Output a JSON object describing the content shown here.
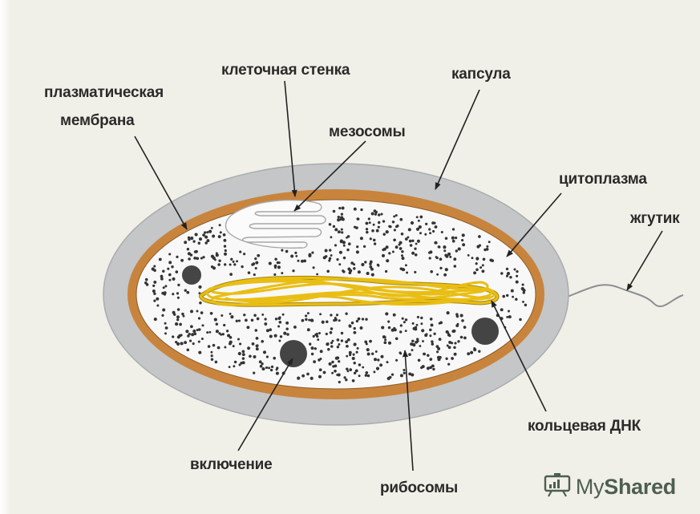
{
  "labels": {
    "cell_wall": "клеточная стенка",
    "capsule": "капсула",
    "plasma_membrane_line1": "плазматическая",
    "plasma_membrane_line2": "мембрана",
    "mesosomes": "мезосомы",
    "cytoplasm": "цитоплазма",
    "flagellum": "жгутик",
    "circular_dna": "кольцевая ДНК",
    "inclusion": "включение",
    "ribosomes": "рибосомы"
  },
  "watermark": {
    "text_regular": "My",
    "text_bold": "Shared",
    "icon": "presentation-board-icon"
  },
  "colors": {
    "background": "#f1f0e8",
    "capsule": "#c4c6c8",
    "cell_wall": "#c8843d",
    "cytoplasm": "#f8f8f8",
    "dna": "#e7bc14",
    "ribosome": "#333333",
    "inclusion": "#444444"
  }
}
